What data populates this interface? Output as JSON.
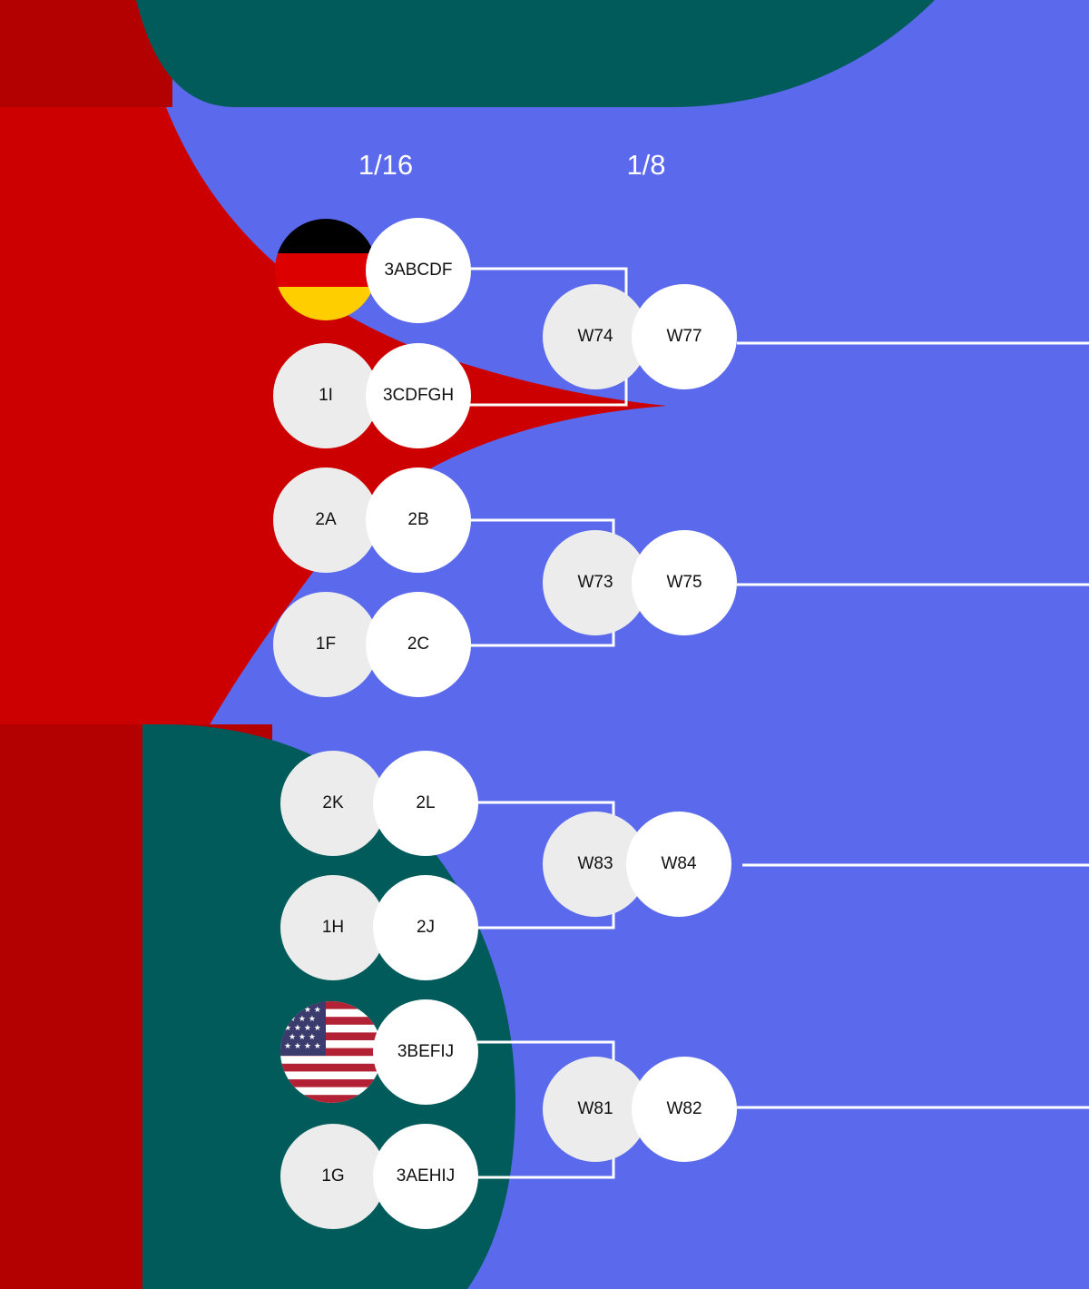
{
  "colors": {
    "background": "#5b6aec",
    "red": "#cc0000",
    "dark_red": "#b30000",
    "teal": "#025b5b",
    "slot_grey": "#ececec",
    "slot_white": "#ffffff"
  },
  "rounds": [
    "1/16",
    "1/8"
  ],
  "round_of_32": [
    {
      "home": "flag-germany",
      "away": "3ABCDF"
    },
    {
      "home": "1I",
      "away": "3CDFGH"
    },
    {
      "home": "2A",
      "away": "2B"
    },
    {
      "home": "1F",
      "away": "2C"
    },
    {
      "home": "2K",
      "away": "2L"
    },
    {
      "home": "1H",
      "away": "2J"
    },
    {
      "home": "flag-usa",
      "away": "3BEFIJ"
    },
    {
      "home": "1G",
      "away": "3AEHIJ"
    }
  ],
  "round_of_16": [
    {
      "home": "W74",
      "away": "W77"
    },
    {
      "home": "W73",
      "away": "W75"
    },
    {
      "home": "W83",
      "away": "W84"
    },
    {
      "home": "W81",
      "away": "W82"
    }
  ]
}
